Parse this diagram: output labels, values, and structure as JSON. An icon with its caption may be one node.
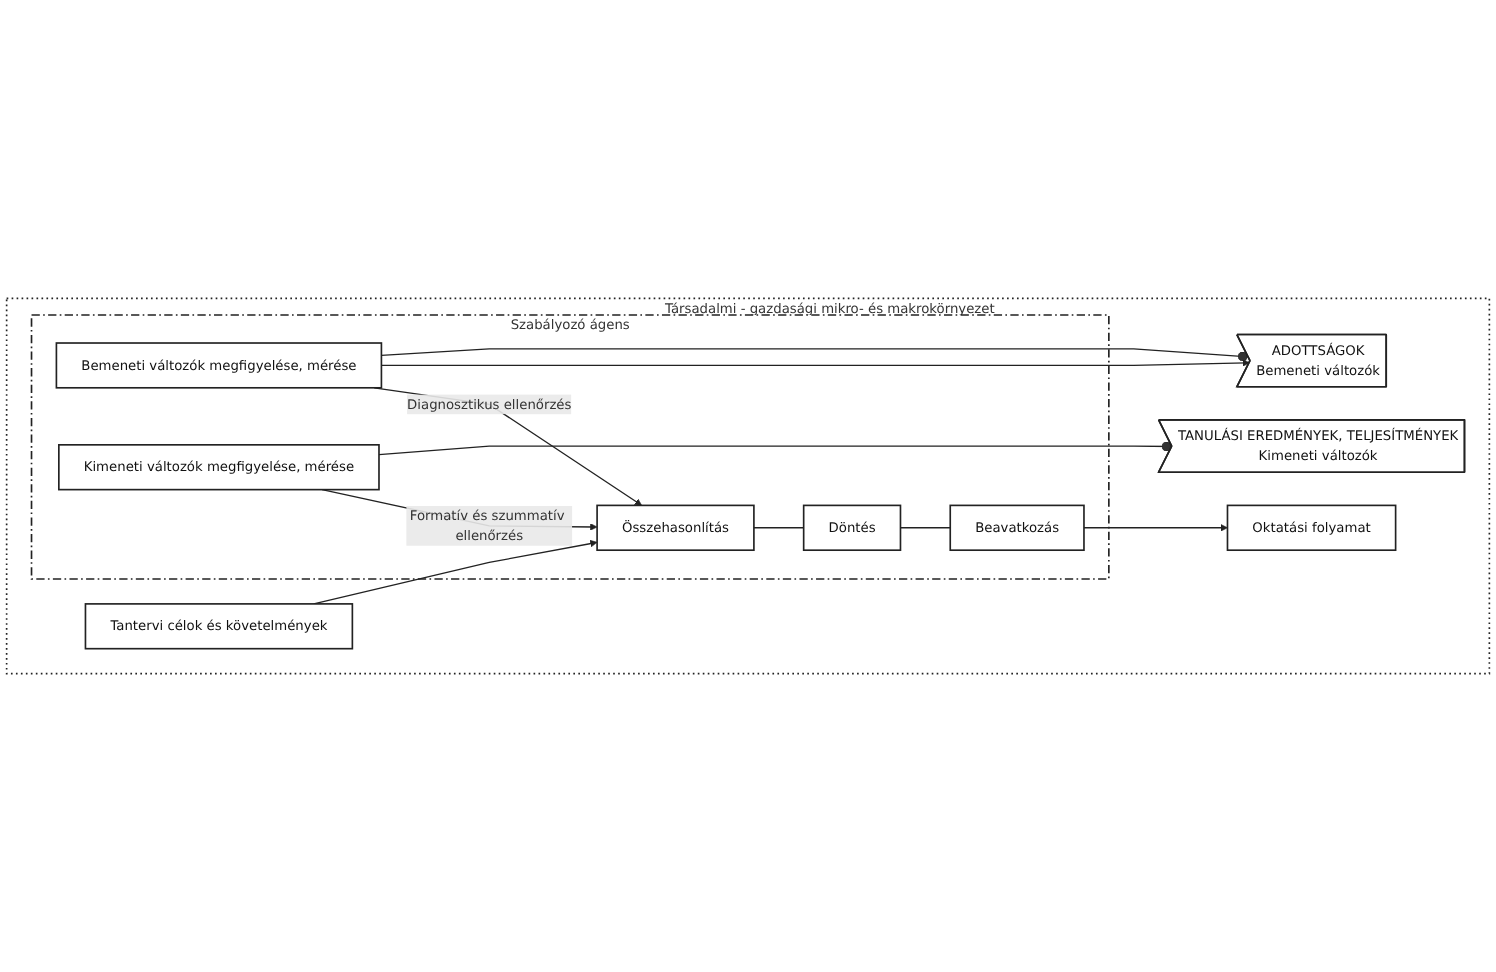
{
  "diagram": {
    "nodes": [
      {
        "text": [
          "Társadalmi - gazdasági mikro- és makrokörnyezet"
        ]
      },
      {
        "text": [
          "ADOTTSÁGOK",
          "Bemeneti változók"
        ],
        "in": 0
      },
      {
        "text": [
          "Oktatási folyamat"
        ],
        "in": 0
      },
      {
        "text": [
          "TANULÁSI EREDMÉNYEK, TELJESÍTMÉNYEK",
          "Kimeneti változók"
        ],
        "in": 0
      },
      {
        "text": [
          "Szabályozó ágens"
        ],
        "in": 0
      },
      {
        "text": [
          "Bemeneti változók megfigyelése, mérése"
        ],
        "in": 4
      },
      {
        "text": [
          "Beavatkozás"
        ],
        "in": 4
      },
      {
        "text": [
          "Döntés"
        ],
        "in": 4
      },
      {
        "text": [
          "Kimeneti változók megfigyelése, mérése"
        ],
        "in": 4
      },
      {
        "text": [
          "Összehasonlítás"
        ],
        "in": 4
      },
      {
        "text": [
          "Tantervi célok és követelmények"
        ],
        "in": 0
      }
    ],
    "edges": [
      {
        "from": 5,
        "to": 1,
        "arrow": "other"
      },
      {
        "from": 5,
        "to": 1,
        "arrow": "to"
      },
      {
        "from": 6,
        "to": 2,
        "arrow": "to"
      },
      {
        "from": 7,
        "to": 6,
        "arrow": "none"
      },
      {
        "from": 9,
        "to": 7,
        "arrow": "none"
      },
      {
        "from": 8,
        "to": 3,
        "arrow": "other"
      },
      {
        "from": 5,
        "to": 9,
        "arrow": "to",
        "label": "Diagnosztikus ellenőrzés"
      },
      {
        "from": 10,
        "to": 9,
        "arrow": "to"
      },
      {
        "from": 8,
        "to": 9,
        "arrow": "to",
        "label": "Formatív és szummatív ellenőrzés"
      }
    ]
  }
}
